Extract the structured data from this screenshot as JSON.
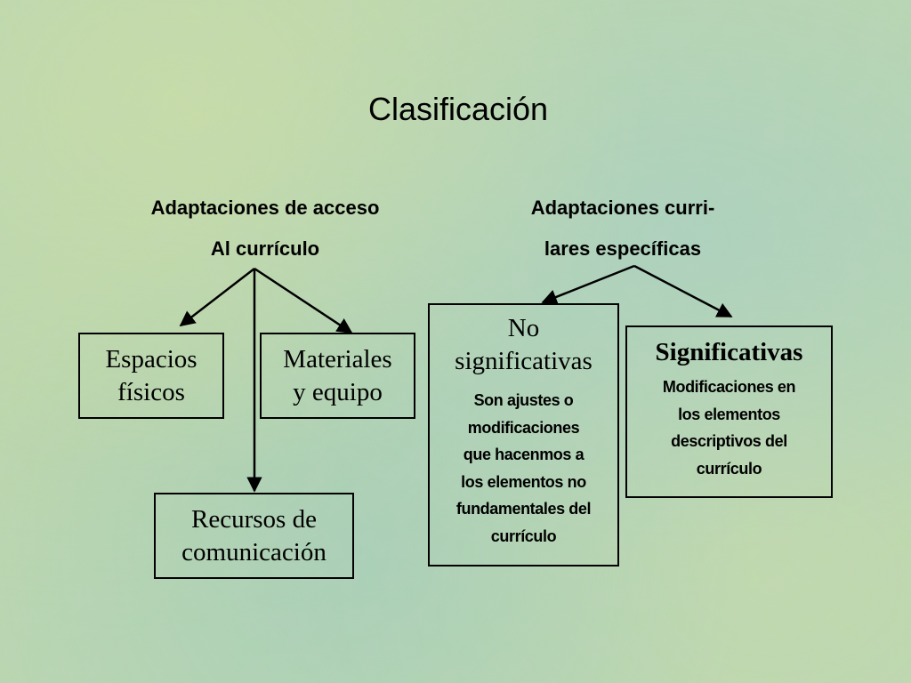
{
  "title": "Clasificación",
  "access": {
    "heading_lines": [
      "Adaptaciones de acceso",
      "Al currículo"
    ],
    "items": {
      "espacios": [
        "Espacios",
        "físicos"
      ],
      "materiales": [
        "Materiales",
        "y equipo"
      ],
      "recursos": [
        "Recursos de",
        "comunicación"
      ]
    }
  },
  "curricular": {
    "heading_lines": [
      "Adaptaciones curri-",
      "lares específicas"
    ],
    "no_significativas": {
      "title_lines": [
        "No",
        "significativas"
      ],
      "description_lines": [
        "Son ajustes o",
        "modificaciones",
        "que hacenmos a",
        "los elementos no",
        "fundamentales del",
        "currículo"
      ]
    },
    "significativas": {
      "title": "Significativas",
      "description_lines": [
        "Modificaciones en",
        "los elementos",
        "descriptivos del",
        "currículo"
      ]
    }
  }
}
